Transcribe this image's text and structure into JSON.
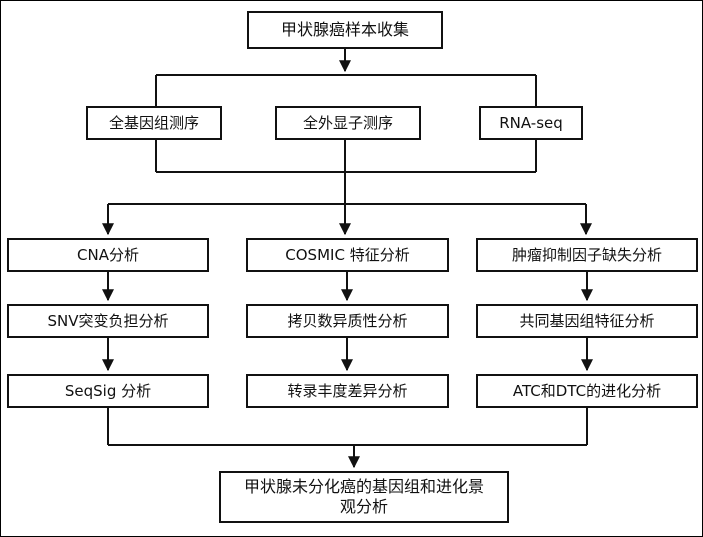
{
  "diagram": {
    "type": "flowchart",
    "orientation": "top-to-bottom",
    "title_present": false,
    "nodes": {
      "collect": {
        "label": "甲状腺癌样本收集",
        "row": 1
      },
      "wgs": {
        "label": "全基因组测序",
        "row": 2
      },
      "wes": {
        "label": "全外显子测序",
        "row": 2
      },
      "rna": {
        "label": "RNA-seq",
        "row": 2
      },
      "cna": {
        "label": "CNA分析",
        "row": 3,
        "column": 1
      },
      "cosmic": {
        "label": "COSMIC 特征分析",
        "row": 3,
        "column": 2
      },
      "tsg": {
        "label": "肿瘤抑制因子缺失分析",
        "row": 3,
        "column": 3
      },
      "snv": {
        "label": "SNV突变负担分析",
        "row": 4,
        "column": 1
      },
      "cnh": {
        "label": "拷贝数异质性分析",
        "row": 4,
        "column": 2
      },
      "common": {
        "label": "共同基因组特征分析",
        "row": 4,
        "column": 3
      },
      "seqsig": {
        "label": "SeqSig 分析",
        "row": 5,
        "column": 1
      },
      "expr": {
        "label": "转录丰度差异分析",
        "row": 5,
        "column": 2
      },
      "evo": {
        "label": "ATC和DTC的进化分析",
        "row": 5,
        "column": 3
      },
      "final": {
        "label": "甲状腺未分化癌的基因组和进化景\n观分析",
        "row": 6
      }
    },
    "colors": {
      "background": "#ffffff",
      "box_border": "#111111",
      "connector": "#111111",
      "text": "#111111"
    }
  }
}
